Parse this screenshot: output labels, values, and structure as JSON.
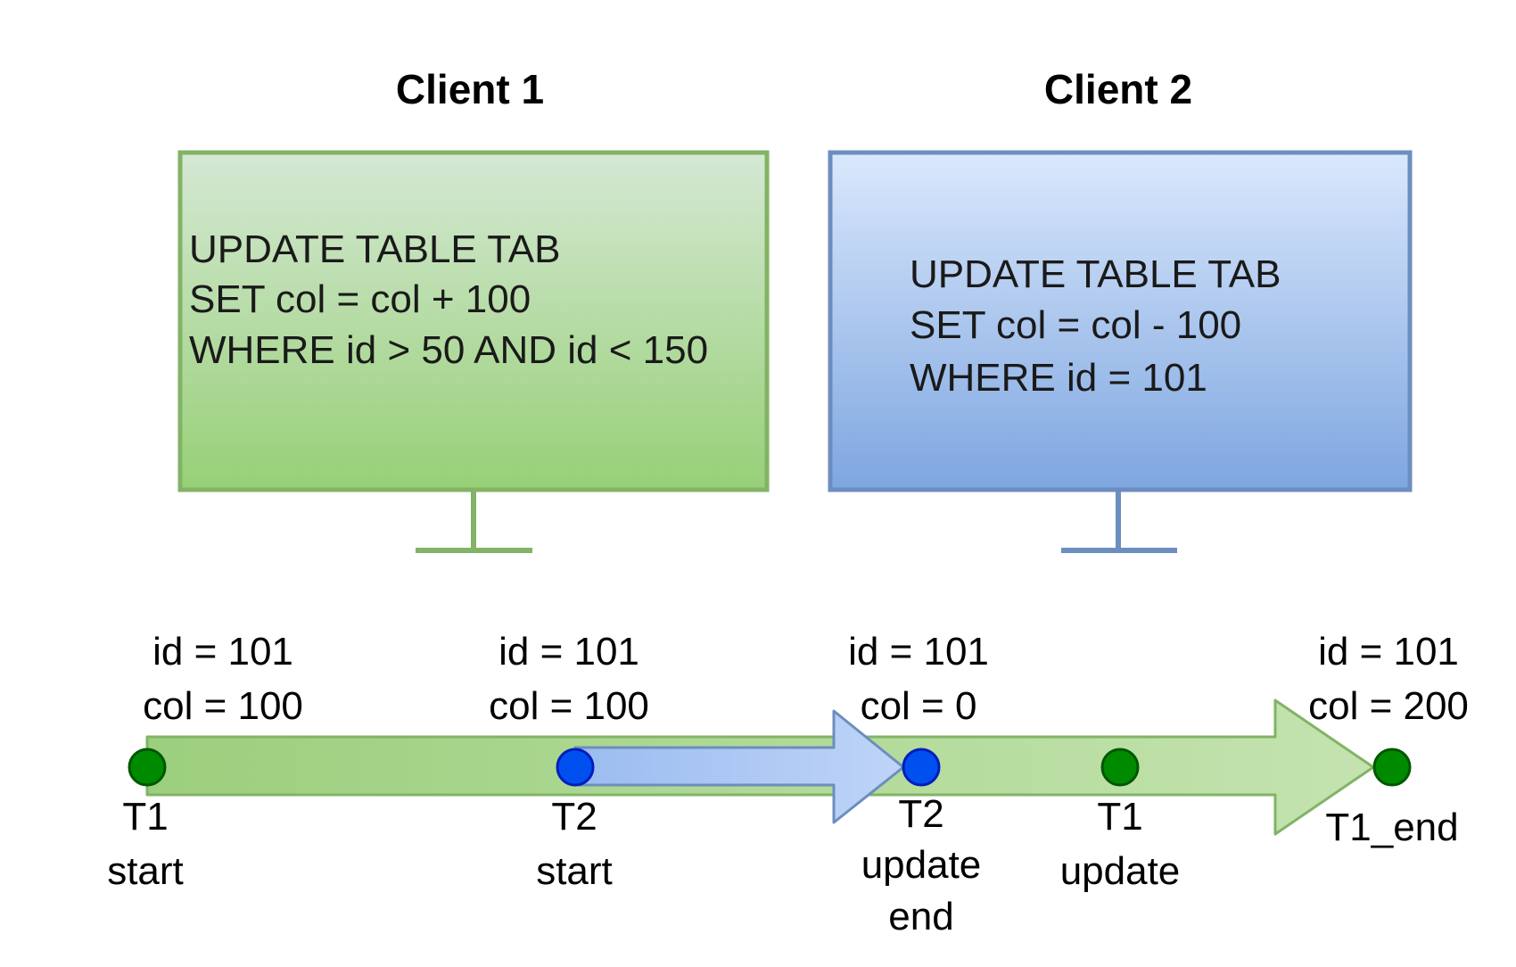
{
  "clients": [
    {
      "title": "Client 1",
      "sql_lines": [
        "UPDATE TABLE TAB",
        "SET col = col + 100",
        "WHERE id > 50 AND id < 150"
      ],
      "fill_top": "#d5e8d4",
      "fill_bottom": "#97d077",
      "stroke": "#82b366"
    },
    {
      "title": "Client 2",
      "sql_lines": [
        "UPDATE TABLE TAB",
        "SET col = col - 100",
        "WHERE id = 101"
      ],
      "fill_top": "#dae8fc",
      "fill_bottom": "#7ea6e0",
      "stroke": "#6c8ebf"
    }
  ],
  "states": [
    {
      "id_label": "id = 101",
      "col_label": "col = 100"
    },
    {
      "id_label": "id = 101",
      "col_label": "col = 100"
    },
    {
      "id_label": "id = 101",
      "col_label": "col = 0"
    },
    {
      "id_label": "id = 101",
      "col_label": "col = 200"
    }
  ],
  "events": [
    {
      "lines": [
        "T1",
        "start"
      ],
      "dot_color": "#008a00"
    },
    {
      "lines": [
        "T2",
        "start"
      ],
      "dot_color": "#0050ef"
    },
    {
      "lines": [
        "T2",
        "update",
        "end"
      ],
      "dot_color": "#0050ef"
    },
    {
      "lines": [
        "T1",
        "update"
      ],
      "dot_color": "#008a00"
    },
    {
      "lines": [
        "T1_end"
      ],
      "dot_color": "#008a00"
    }
  ],
  "colors": {
    "t1_arrow_fill": "#a9d58e",
    "t1_arrow_stroke": "#82b366",
    "t2_arrow_fill": "#a4c2f4",
    "t2_arrow_stroke": "#6c8ebf",
    "t1_dot_stroke": "#005700",
    "t2_dot_stroke": "#001dbc"
  }
}
